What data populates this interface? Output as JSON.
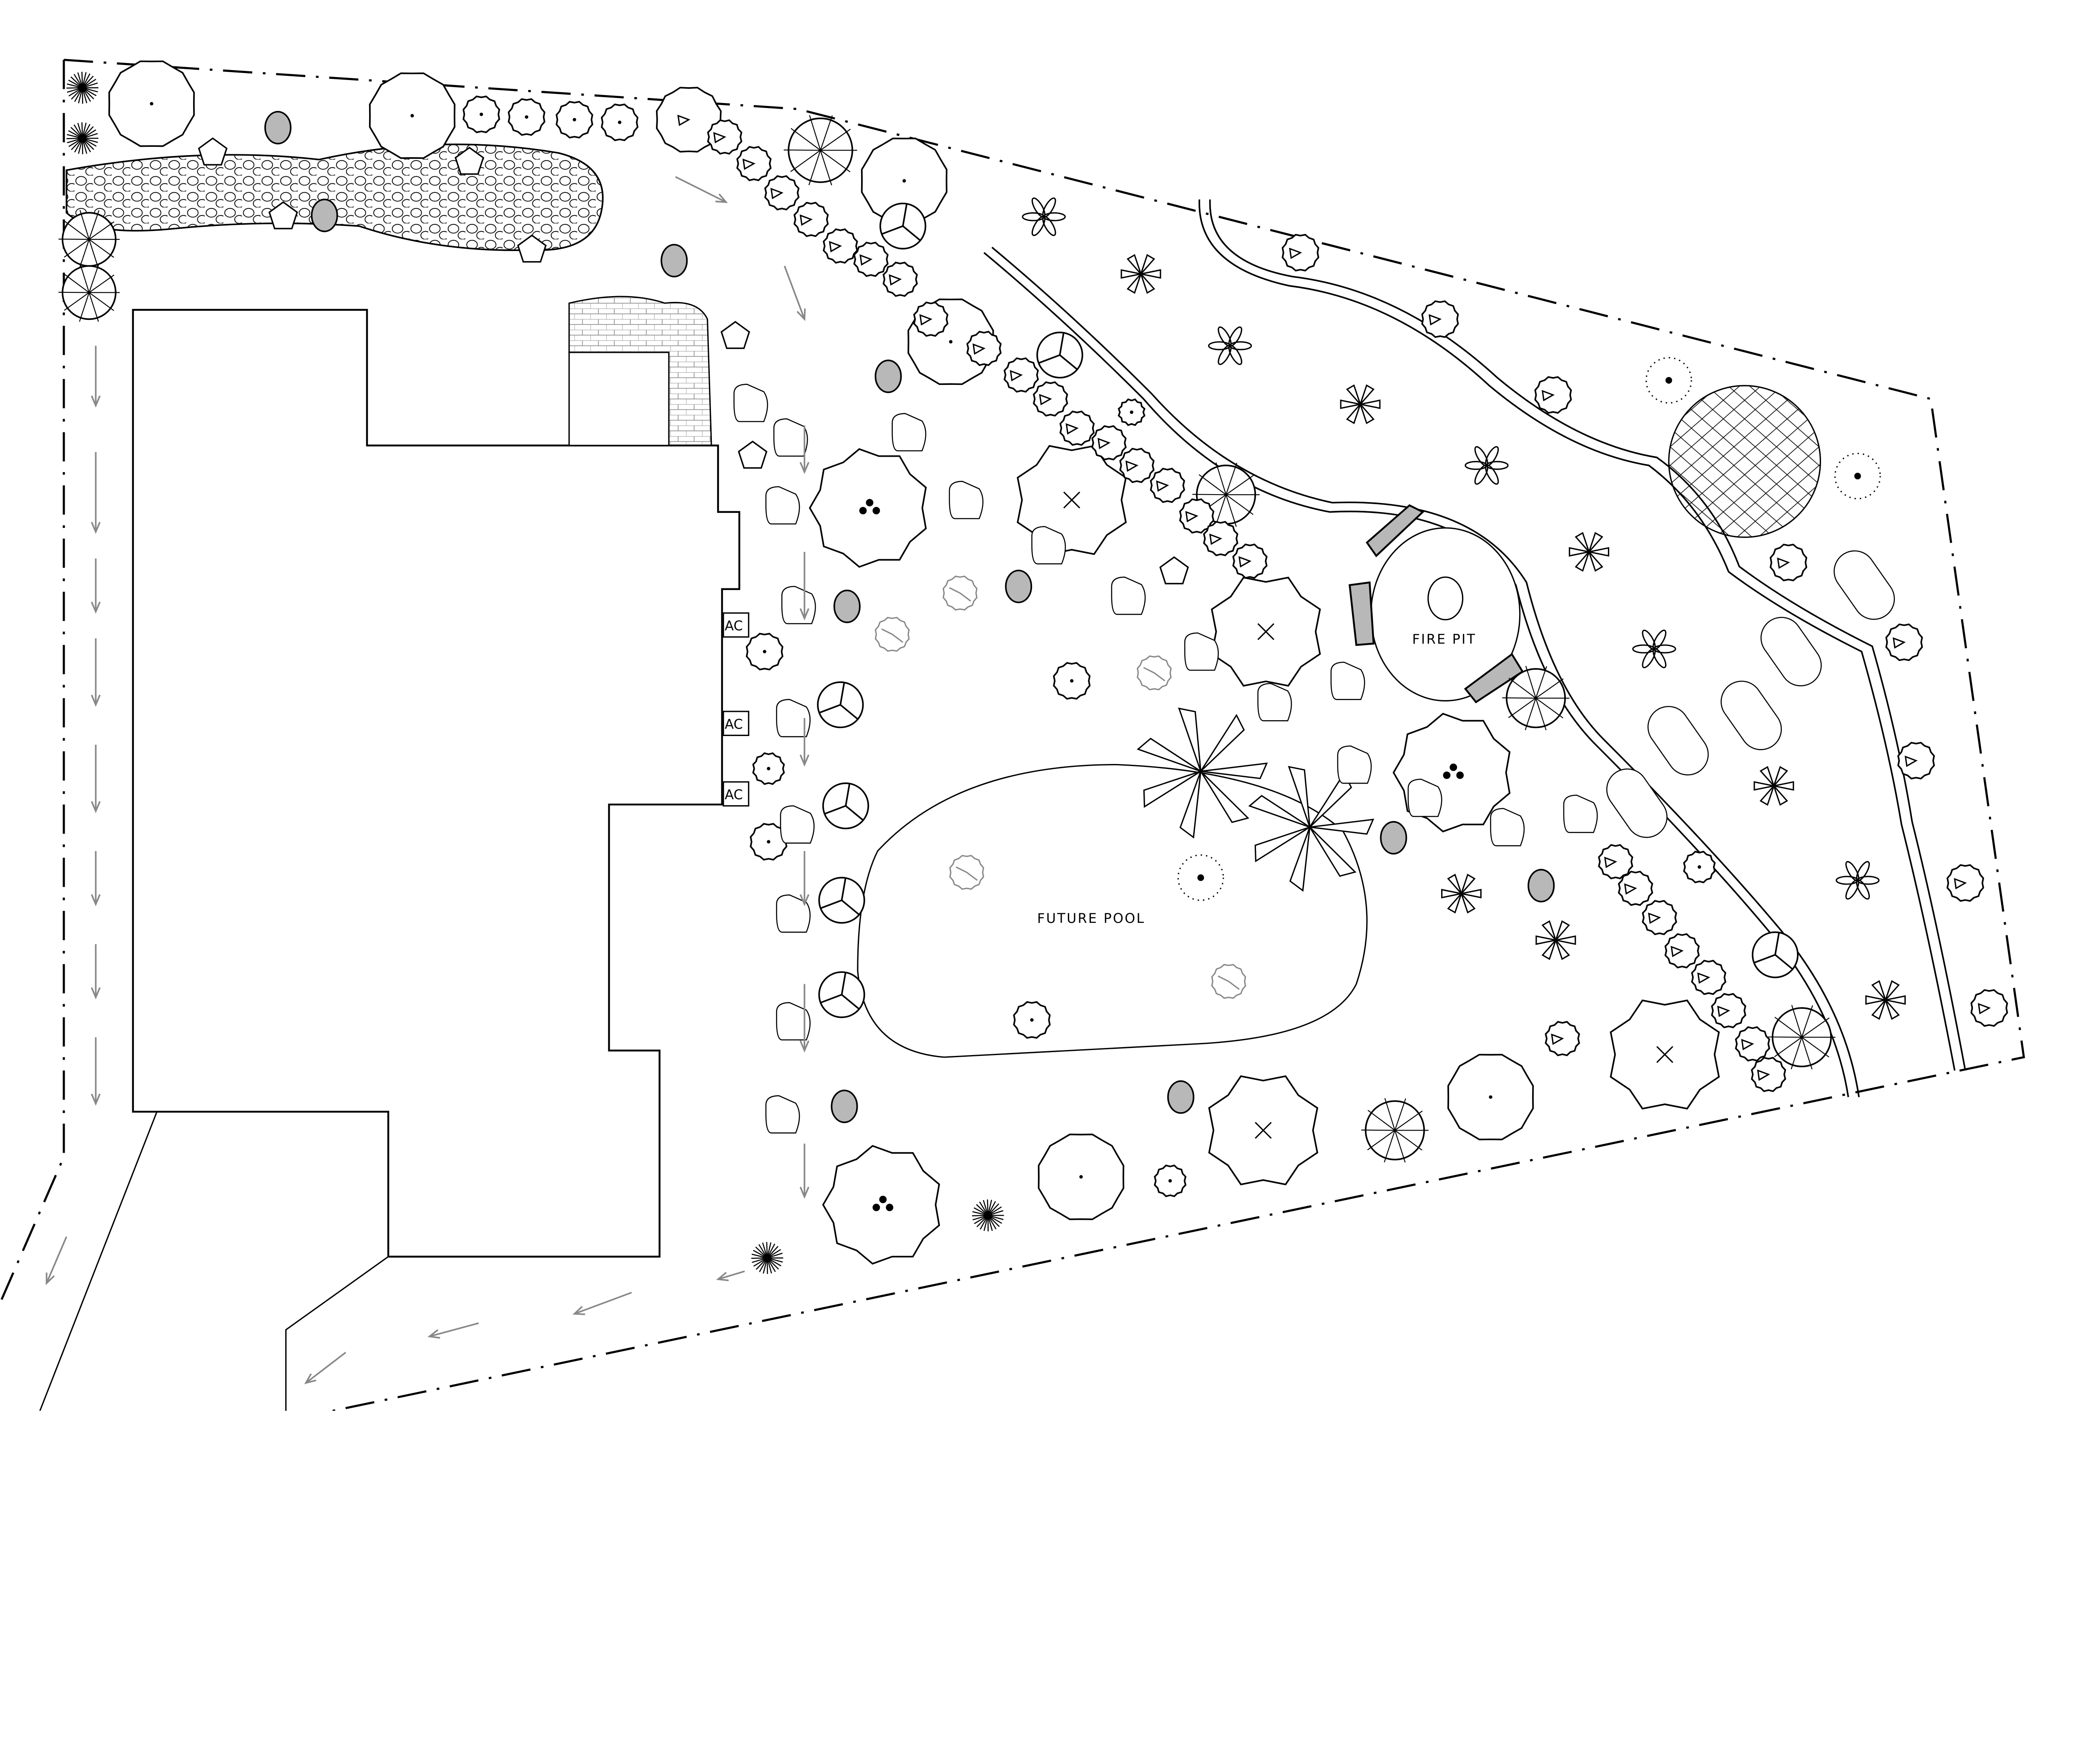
{
  "plan": {
    "pool_label": "FUTURE POOL",
    "fire_pit_label": "FIRE PIT",
    "ac_units": [
      "AC",
      "AC",
      "AC"
    ]
  },
  "colors": {
    "line": "#000000",
    "boulder_fill": "#b8b8b8",
    "drainage_arrow": "#888888",
    "background": "#ffffff"
  }
}
